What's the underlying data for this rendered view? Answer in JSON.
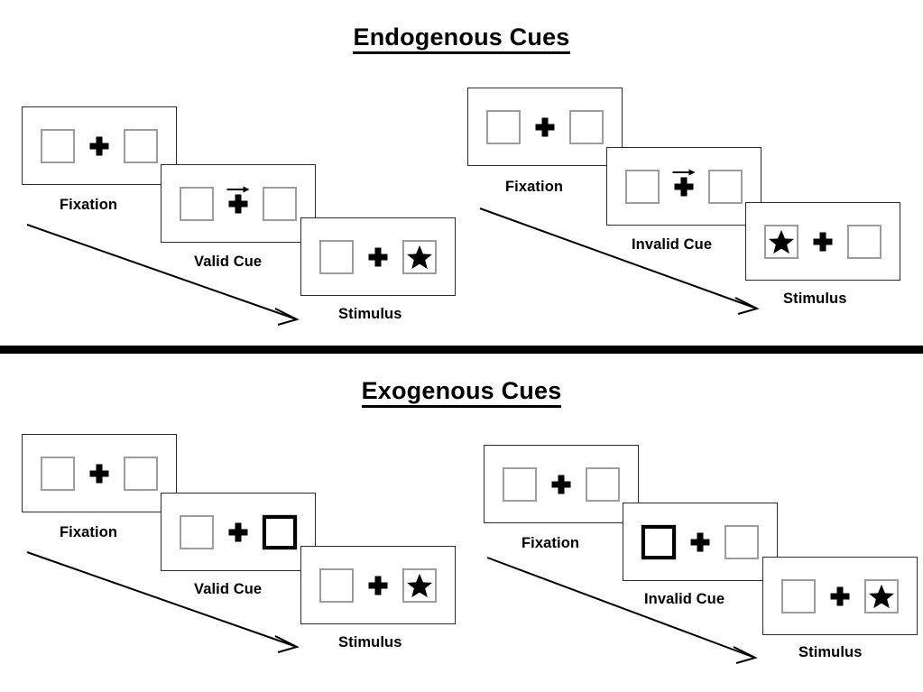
{
  "sections": [
    {
      "id": "endogenous",
      "title": "Endogenous Cues",
      "columns": [
        {
          "id": "endo-valid",
          "panels": [
            {
              "id": "endo-valid-fixation",
              "caption": "Fixation",
              "cue": "none",
              "cue_side": "none",
              "target": "none",
              "target_side": "none"
            },
            {
              "id": "endo-valid-cue",
              "caption": "Valid Cue",
              "cue": "arrow",
              "cue_side": "right",
              "target": "none",
              "target_side": "none"
            },
            {
              "id": "endo-valid-stimulus",
              "caption": "Stimulus",
              "cue": "none",
              "cue_side": "none",
              "target": "star",
              "target_side": "right"
            }
          ]
        },
        {
          "id": "endo-invalid",
          "panels": [
            {
              "id": "endo-invalid-fixation",
              "caption": "Fixation",
              "cue": "none",
              "cue_side": "none",
              "target": "none",
              "target_side": "none"
            },
            {
              "id": "endo-invalid-cue",
              "caption": "Invalid Cue",
              "cue": "arrow",
              "cue_side": "right",
              "target": "none",
              "target_side": "none"
            },
            {
              "id": "endo-invalid-stimulus",
              "caption": "Stimulus",
              "cue": "none",
              "cue_side": "none",
              "target": "star",
              "target_side": "left"
            }
          ]
        }
      ]
    },
    {
      "id": "exogenous",
      "title": "Exogenous Cues",
      "columns": [
        {
          "id": "exo-valid",
          "panels": [
            {
              "id": "exo-valid-fixation",
              "caption": "Fixation",
              "cue": "none",
              "cue_side": "none",
              "target": "none",
              "target_side": "none"
            },
            {
              "id": "exo-valid-cue",
              "caption": "Valid Cue",
              "cue": "highlight",
              "cue_side": "right",
              "target": "none",
              "target_side": "none"
            },
            {
              "id": "exo-valid-stimulus",
              "caption": "Stimulus",
              "cue": "none",
              "cue_side": "none",
              "target": "star",
              "target_side": "right"
            }
          ]
        },
        {
          "id": "exo-invalid",
          "panels": [
            {
              "id": "exo-invalid-fixation",
              "caption": "Fixation",
              "cue": "none",
              "cue_side": "none",
              "target": "none",
              "target_side": "none"
            },
            {
              "id": "exo-invalid-cue",
              "caption": "Invalid Cue",
              "cue": "highlight",
              "cue_side": "left",
              "target": "none",
              "target_side": "none"
            },
            {
              "id": "exo-invalid-stimulus",
              "caption": "Stimulus",
              "cue": "none",
              "cue_side": "none",
              "target": "star",
              "target_side": "right"
            }
          ]
        }
      ]
    }
  ],
  "colors": {
    "background": "#ffffff",
    "panel_border": "#2b2b2b",
    "box_border": "#9d9d9d",
    "cue_border": "#000000",
    "ink": "#000000",
    "divider": "#000000"
  }
}
